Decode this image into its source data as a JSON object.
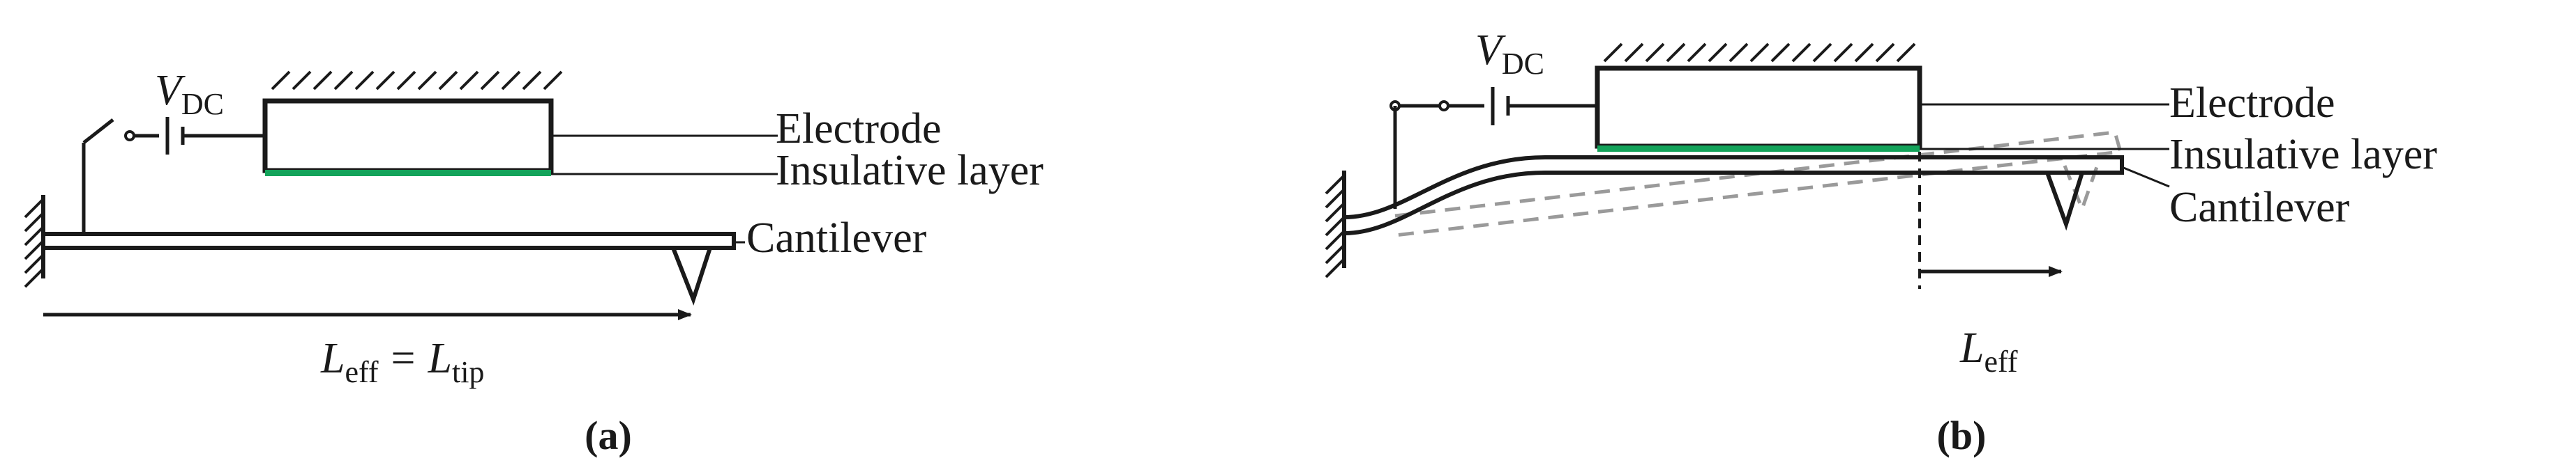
{
  "panel_a": {
    "caption": "(a)",
    "voltage_symbol": "V",
    "voltage_subscript": "DC",
    "label_electrode": "Electrode",
    "label_insulative": "Insulative layer",
    "label_cantilever": "Cantilever",
    "length_lhs_symbol": "L",
    "length_lhs_subscript": "eff",
    "length_equals": "=",
    "length_rhs_symbol": "L",
    "length_rhs_subscript": "tip"
  },
  "panel_b": {
    "caption": "(b)",
    "voltage_symbol": "V",
    "voltage_subscript": "DC",
    "label_electrode": "Electrode",
    "label_insulative": "Insulative layer",
    "label_cantilever": "Cantilever",
    "length_symbol": "L",
    "length_subscript": "eff"
  },
  "colors": {
    "line": "#1a1a1a",
    "insulative_layer": "#13a35a",
    "deflected_outline": "#9a9a9a"
  }
}
